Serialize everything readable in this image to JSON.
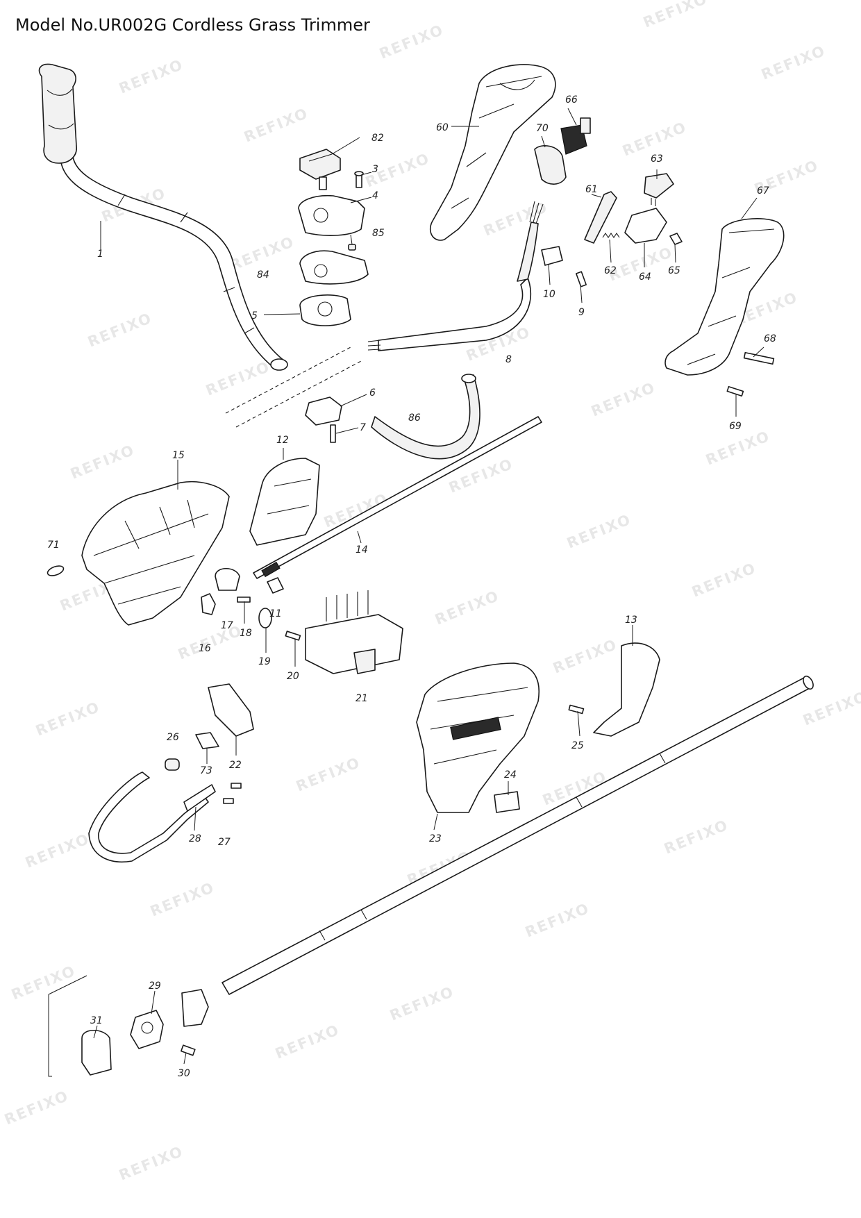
{
  "title": "Model No.UR002G Cordless Grass Trimmer",
  "watermark": "REFIXO",
  "labels": {
    "p1": "1",
    "p3": "3",
    "p4": "4",
    "p5": "5",
    "p6": "6",
    "p7": "7",
    "p8": "8",
    "p9": "9",
    "p10": "10",
    "p11": "11",
    "p12": "12",
    "p13": "13",
    "p14": "14",
    "p15": "15",
    "p16": "16",
    "p17": "17",
    "p18": "18",
    "p19": "19",
    "p20": "20",
    "p21": "21",
    "p22": "22",
    "p23": "23",
    "p24": "24",
    "p25": "25",
    "p26": "26",
    "p27": "27",
    "p28": "28",
    "p29": "29",
    "p30": "30",
    "p31": "31",
    "p60": "60",
    "p61": "61",
    "p62": "62",
    "p63": "63",
    "p64": "64",
    "p65": "65",
    "p66": "66",
    "p67": "67",
    "p68": "68",
    "p69": "69",
    "p70": "70",
    "p71": "71",
    "p73": "73",
    "p82": "82",
    "p84": "84",
    "p85": "85",
    "p86": "86"
  }
}
